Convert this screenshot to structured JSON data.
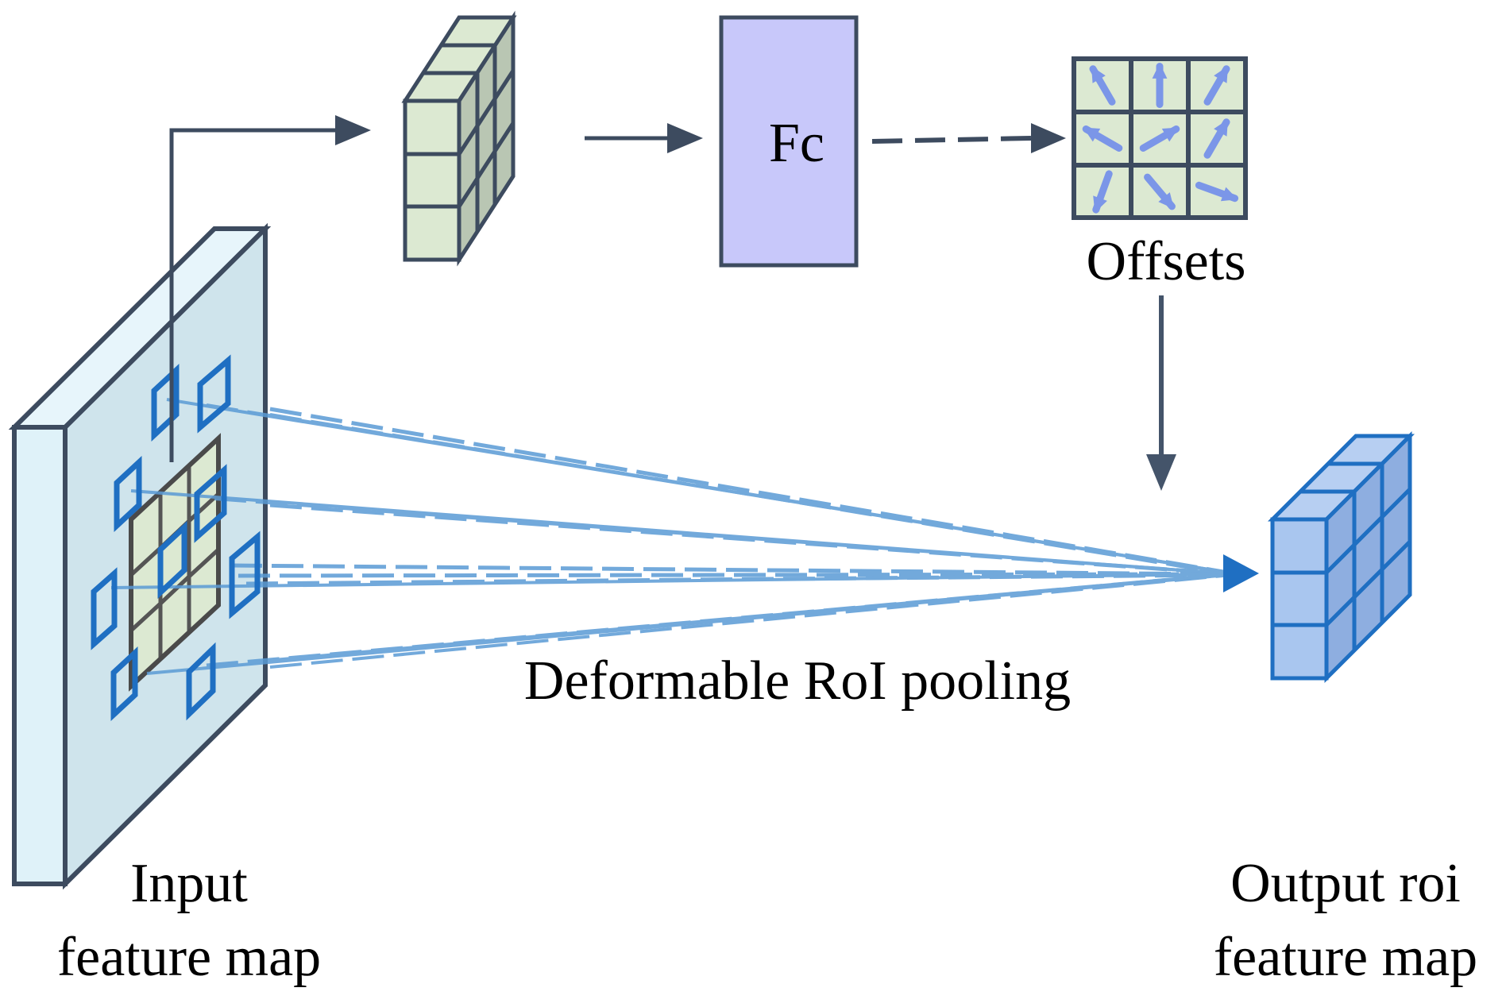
{
  "labels": {
    "fc": "Fc",
    "offsets": "Offsets",
    "pooling": "Deformable RoI pooling",
    "input_line1": "Input",
    "input_line2": "feature map",
    "output_line1": "Output roi",
    "output_line2": "feature map"
  },
  "colors": {
    "stroke_dark": "#3d4b5f",
    "arrow_dark": "#44546a",
    "panel_front": "#cfe4ec",
    "panel_side": "#dff2f9",
    "cell_green": "#dce9d2",
    "fc_fill": "#c8c8fa",
    "blue_line": "#5a9bd5",
    "blue_box": "#1f6fc2",
    "out_front": "#a9c6ef",
    "out_top": "#b7cff2",
    "out_side": "#8eaee0",
    "offset_arrow": "#7b96e8"
  }
}
